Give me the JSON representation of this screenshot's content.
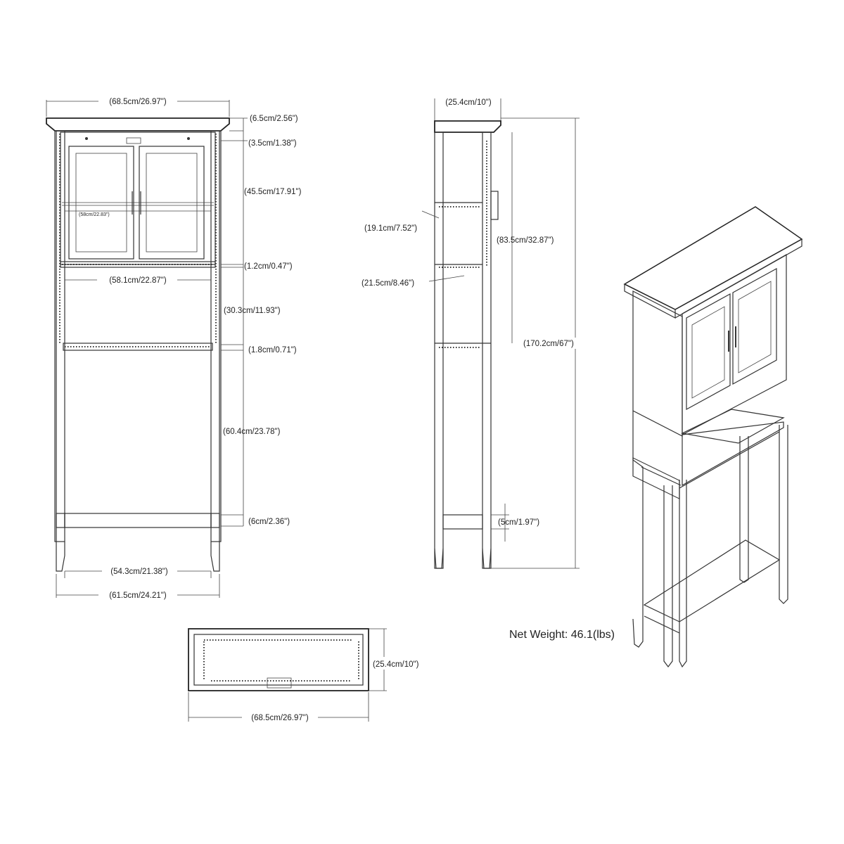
{
  "front": {
    "top_width": "(68.5cm/26.97\")",
    "crown_height": "(6.5cm/2.56\")",
    "upper_gap": "(3.5cm/1.38\")",
    "cabinet_height": "(45.5cm/17.91\")",
    "inner_width_small": "(58cm/22.83\")",
    "shelf_thickness": "(1.2cm/0.47\")",
    "inner_width": "(58.1cm/22.87\")",
    "open_shelf_height": "(30.3cm/11.93\")",
    "lower_shelf_thickness": "(1.8cm/0.71\")",
    "leg_clearance": "(60.4cm/23.78\")",
    "stretcher": "(6cm/2.36\")",
    "leg_inner_width": "(54.3cm/21.38\")",
    "leg_outer_width": "(61.5cm/24.21\")"
  },
  "side": {
    "depth": "(25.4cm/10\")",
    "shelf_spacing": "(19.1cm/7.52\")",
    "body_height": "(83.5cm/32.87\")",
    "shelf_depth": "(21.5cm/8.46\")",
    "total_height": "(170.2cm/67\")",
    "stretcher": "(5cm/1.97\")"
  },
  "top_view": {
    "depth": "(25.4cm/10\")",
    "width": "(68.5cm/26.97\")"
  },
  "net_weight": "Net Weight: 46.1(lbs)"
}
